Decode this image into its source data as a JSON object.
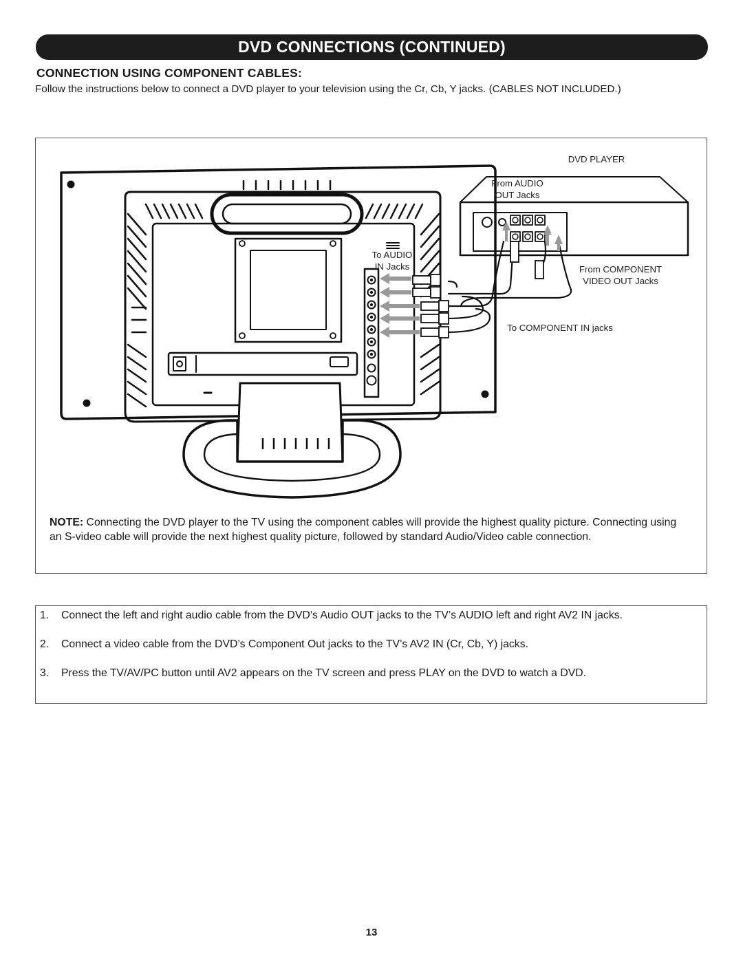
{
  "header": {
    "banner_title": "DVD CONNECTIONS (CONTINUED)",
    "section_title": "CONNECTION USING COMPONENT CABLES:",
    "intro": "Follow the instructions below to connect a DVD player to your television using the Cr, Cb, Y jacks. (CABLES NOT INCLUDED.)"
  },
  "diagram": {
    "dvd_player_label": "DVD PLAYER",
    "from_audio_line1": "From AUDIO",
    "from_audio_line2": "OUT Jacks",
    "to_audio_line1": "To AUDIO",
    "to_audio_line2": "IN Jacks",
    "from_component_line1": "From COMPONENT",
    "from_component_line2": "VIDEO OUT Jacks",
    "to_component": "To COMPONENT IN jacks",
    "note_label": "NOTE:",
    "note_text": " Connecting the DVD player to the TV using the component cables will provide the highest quality picture. Connecting using an S-video cable will provide the next highest quality picture, followed by standard Audio/Video cable connection."
  },
  "steps": [
    {
      "num": "1.",
      "text": "Connect the left and right audio cable from the DVD’s Audio OUT jacks to the TV’s AUDIO left and right AV2 IN jacks."
    },
    {
      "num": "2.",
      "text": "Connect a video cable from the DVD’s Component Out jacks to the TV’s AV2 IN (Cr, Cb, Y) jacks."
    },
    {
      "num": "3.",
      "text": "Press the TV/AV/PC button until AV2 appears on the TV screen and press PLAY on the DVD to watch a DVD."
    }
  ],
  "footer": {
    "page_number": "13"
  }
}
